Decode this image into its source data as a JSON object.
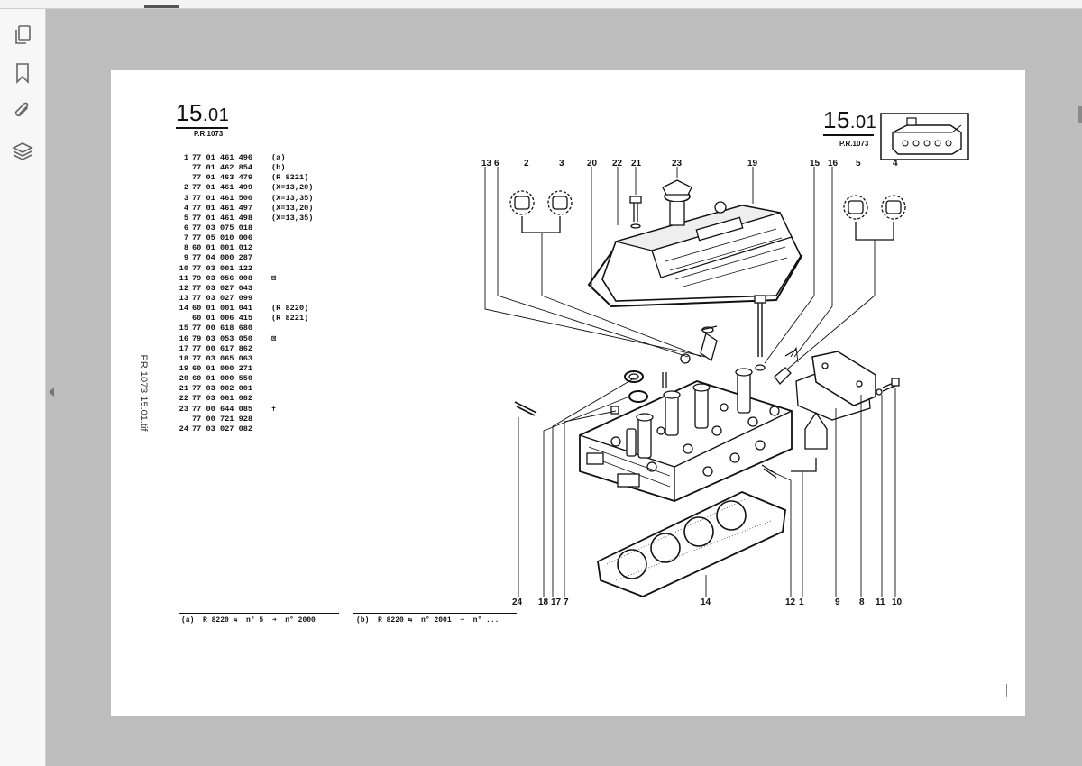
{
  "viewer": {
    "sidebar_icons": [
      "pages-icon",
      "bookmark-icon",
      "attachment-icon",
      "layers-icon"
    ]
  },
  "document": {
    "side_label": "PR 1073 15.01.tif",
    "section_left": {
      "major": "15",
      "minor": ".01",
      "subtitle": "P.R.1073"
    },
    "section_right": {
      "major": "15",
      "minor": ".01",
      "subtitle": "P.R.1073"
    },
    "parts": [
      {
        "num": "1",
        "code": "77 01 461 496",
        "note": "(a)"
      },
      {
        "num": "",
        "code": "77 01 462 854",
        "note": "(b)"
      },
      {
        "num": "",
        "code": "77 01 463 479",
        "note": "(R 8221)"
      },
      {
        "num": "2",
        "code": "77 01 461 499",
        "note": "(X=13,20)"
      },
      {
        "num": "3",
        "code": "77 01 461 500",
        "note": "(X=13,35)"
      },
      {
        "num": "4",
        "code": "77 01 461 497",
        "note": "(X=13,20)"
      },
      {
        "num": "5",
        "code": "77 01 461 498",
        "note": "(X=13,35)"
      },
      {
        "num": "6",
        "code": "77 03 075 018",
        "note": ""
      },
      {
        "num": "7",
        "code": "77 05 010 006",
        "note": ""
      },
      {
        "num": "8",
        "code": "60 01 001 012",
        "note": ""
      },
      {
        "num": "9",
        "code": "77 04 000 287",
        "note": ""
      },
      {
        "num": "10",
        "code": "77 03 001 122",
        "note": ""
      },
      {
        "num": "11",
        "code": "79 03 056 008",
        "note": "⊠"
      },
      {
        "num": "12",
        "code": "77 03 027 043",
        "note": ""
      },
      {
        "num": "13",
        "code": "77 03 027 099",
        "note": ""
      },
      {
        "num": "14",
        "code": "60 01 001 041",
        "note": "(R 8220)"
      },
      {
        "num": "",
        "code": "60 01 006 415",
        "note": "(R 8221)"
      },
      {
        "num": "15",
        "code": "77 00 618 680",
        "note": ""
      },
      {
        "num": "16",
        "code": "79 03 053 050",
        "note": "⊠"
      },
      {
        "num": "17",
        "code": "77 00 617 862",
        "note": ""
      },
      {
        "num": "18",
        "code": "77 03 065 063",
        "note": ""
      },
      {
        "num": "19",
        "code": "60 01 000 271",
        "note": ""
      },
      {
        "num": "20",
        "code": "60 01 000 550",
        "note": ""
      },
      {
        "num": "21",
        "code": "77 03 002 001",
        "note": ""
      },
      {
        "num": "22",
        "code": "77 03 061 082",
        "note": ""
      },
      {
        "num": "23",
        "code": "77 00 644 085",
        "note": "✝"
      },
      {
        "num": "",
        "code": "77 00 721 928",
        "note": ""
      },
      {
        "num": "24",
        "code": "77 03 027 082",
        "note": ""
      }
    ],
    "footnote_a": "(a)  R 8220 ⇆  n° 5  ➜  n° 2000",
    "footnote_b": "(b)  R 8220 ⇆  n° 2001  ➜  n° ...",
    "callouts": [
      "13",
      "6",
      "2",
      "3",
      "20",
      "22",
      "21",
      "23",
      "19",
      "15",
      "16",
      "5",
      "4",
      "24",
      "18",
      "17",
      "7",
      "14",
      "12",
      "1",
      "9",
      "8",
      "11",
      "10"
    ]
  }
}
